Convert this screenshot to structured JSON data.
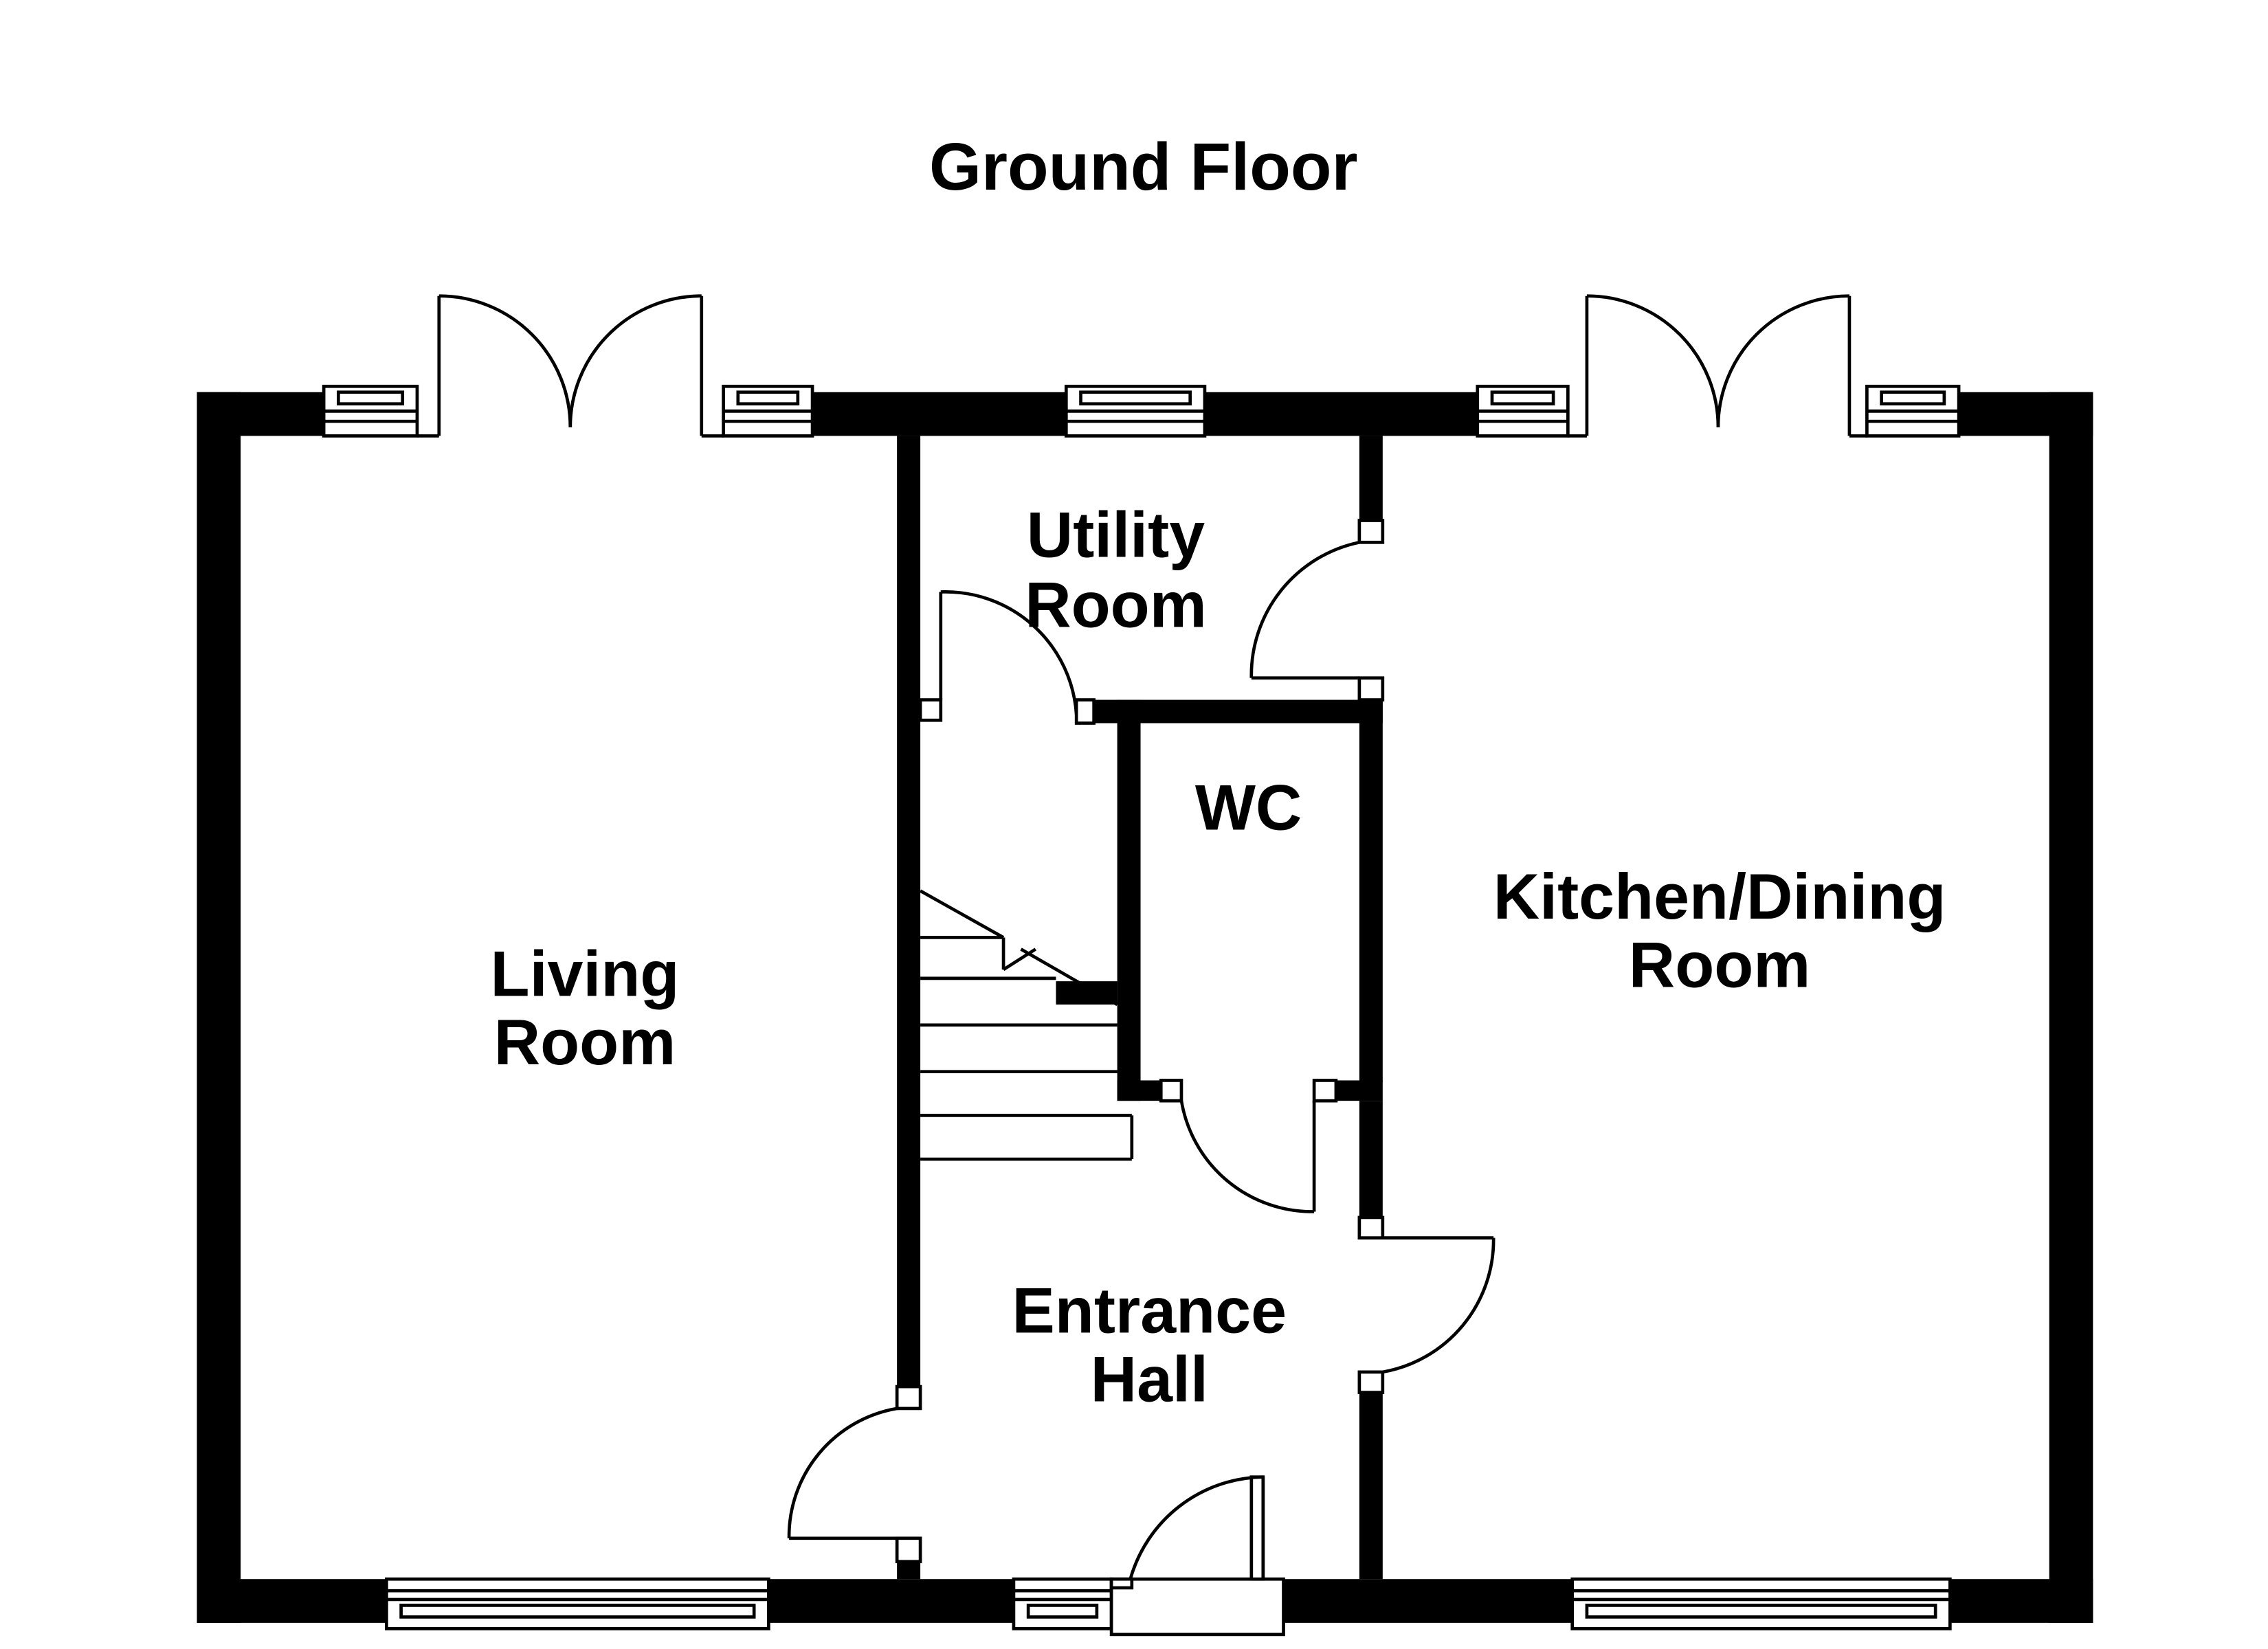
{
  "title": "Ground Floor",
  "rooms": {
    "living": [
      "Living",
      "Room"
    ],
    "utility": [
      "Utility",
      "Room"
    ],
    "wc": [
      "WC"
    ],
    "kitchen": [
      "Kitchen/Dining",
      "Room"
    ],
    "hall": [
      "Entrance",
      "Hall"
    ]
  }
}
